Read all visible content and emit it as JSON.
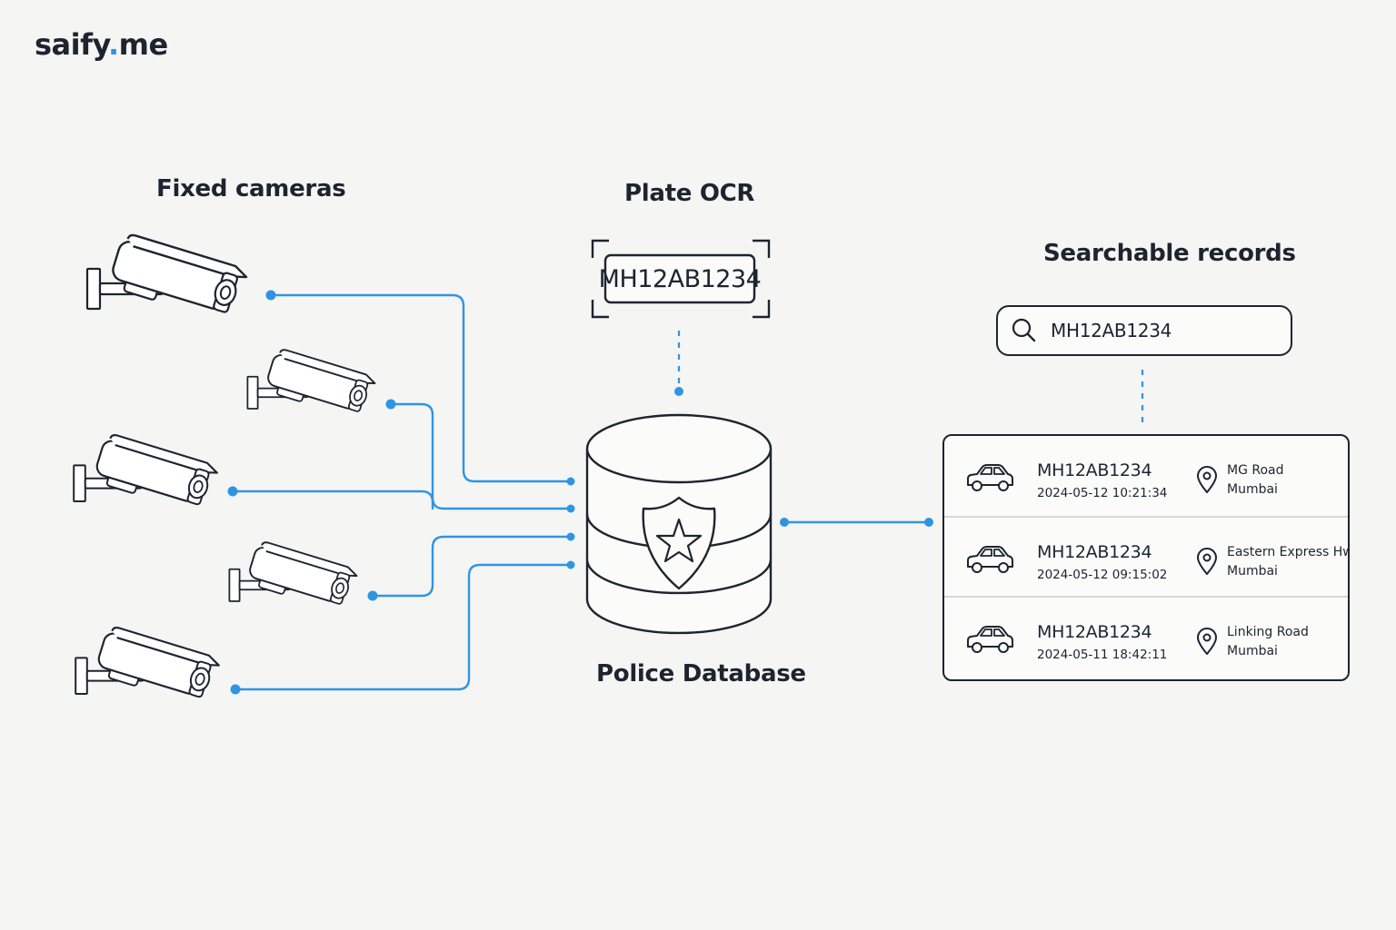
{
  "logo": {
    "main": "saify",
    "dot": ".",
    "suffix": "me"
  },
  "sections": {
    "cameras": "Fixed cameras",
    "ocr": "Plate OCR",
    "database": "Police Database",
    "records": "Searchable records"
  },
  "ocr": {
    "plate": "MH12AB1234"
  },
  "search": {
    "value": "MH12AB1234",
    "icon": "search-icon"
  },
  "records": [
    {
      "plate": "MH12AB1234",
      "time": "2024-05-12 10:21:34",
      "location": "MG Road",
      "city": "Mumbai"
    },
    {
      "plate": "MH12AB1234",
      "time": "2024-05-12 09:15:02",
      "location": "Eastern Express Hwy",
      "city": "Mumbai"
    },
    {
      "plate": "MH12AB1234",
      "time": "2024-05-11 18:42:11",
      "location": "Linking Road",
      "city": "Mumbai"
    }
  ],
  "colors": {
    "accent": "#2f95e3",
    "ink": "#1d2430",
    "background": "#f5f5f3",
    "divider": "#d5d7da"
  },
  "icons": {
    "camera": "cctv-camera-icon",
    "database": "database-icon",
    "badge": "police-badge-icon",
    "car": "car-icon",
    "pin": "map-pin-icon"
  }
}
